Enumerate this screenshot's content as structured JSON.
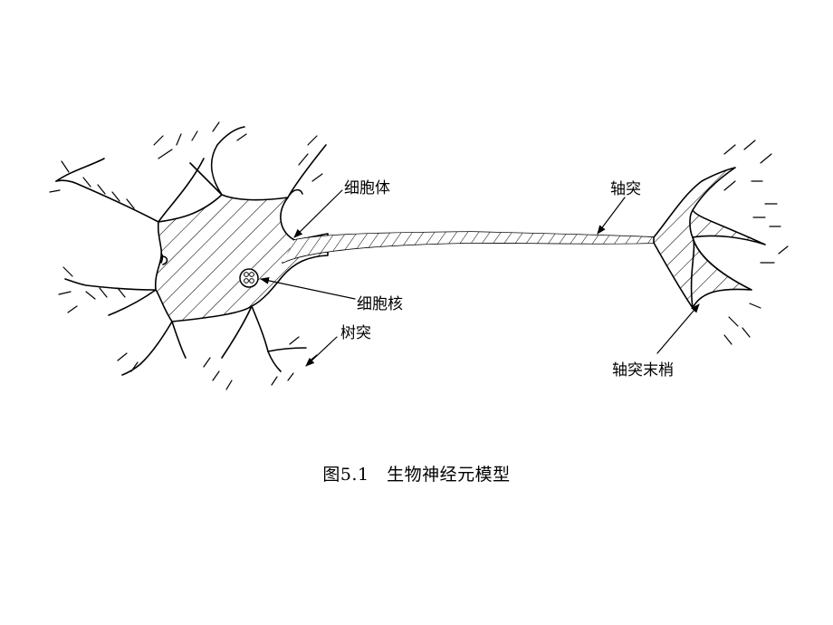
{
  "labels": {
    "soma": "细胞体",
    "nucleus": "细胞核",
    "dendrite": "树突",
    "axon": "轴突",
    "axon_terminal": "轴突末梢"
  },
  "caption": {
    "number": "图5.1",
    "title": "生物神经元模型"
  }
}
